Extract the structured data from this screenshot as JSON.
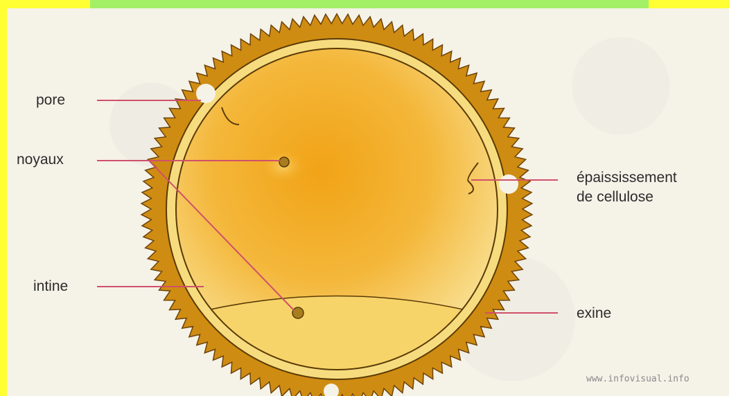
{
  "labels": {
    "pore": "pore",
    "noyaux": "noyaux",
    "intine": "intine",
    "epaississement_line1": "épaississement",
    "epaississement_line2": "de cellulose",
    "exine": "exine"
  },
  "watermark": "www.infovisual.info",
  "colors": {
    "exine": "#cf8c12",
    "exine_edge": "#6b4208",
    "cytoplasm_center": "#f2a91a",
    "cytoplasm_edge": "#f8e093",
    "leader_line": "#d0506a",
    "nucleus": "#a77d20",
    "frame": "#ffff33"
  },
  "icons": [
    "pollen-grain-illustration"
  ]
}
